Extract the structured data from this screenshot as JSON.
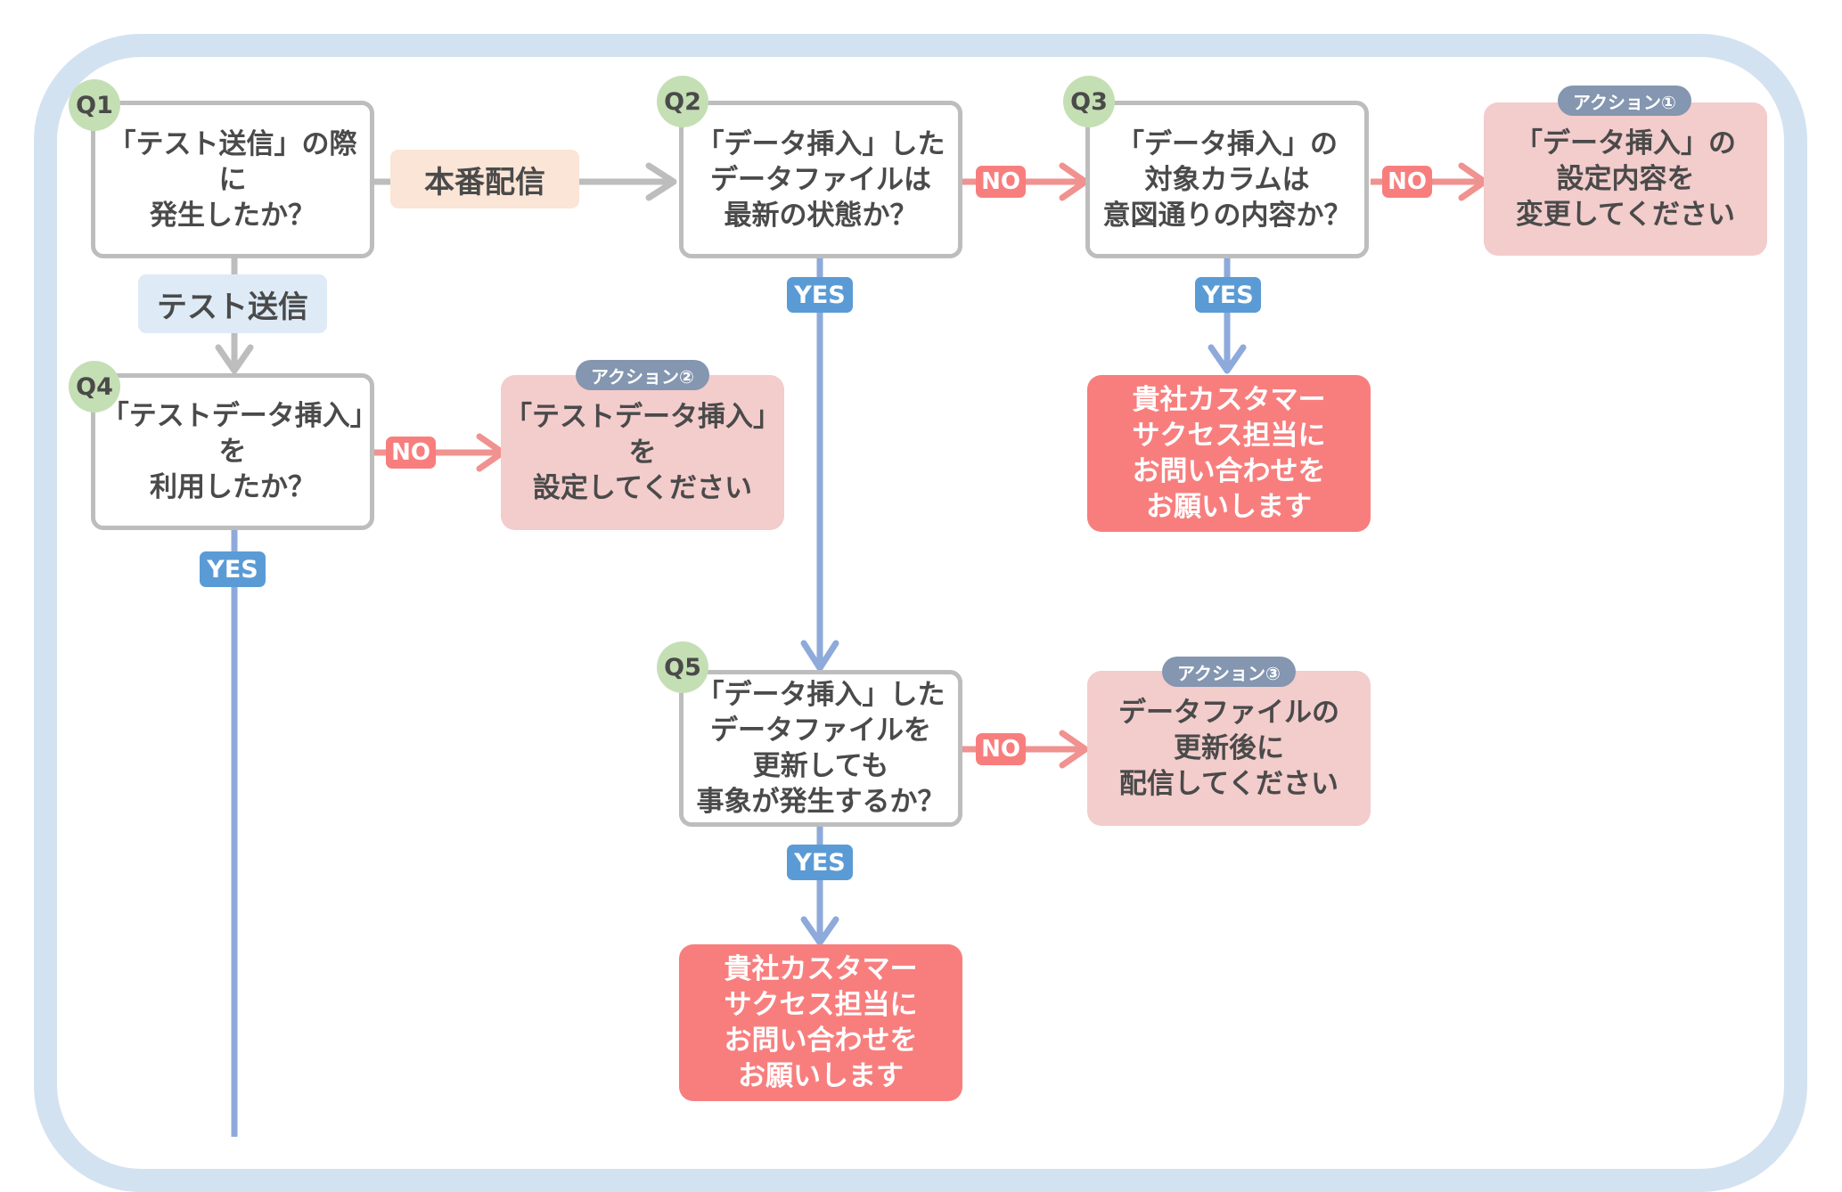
{
  "questions": {
    "q1": {
      "label": "Q1",
      "text": "「テスト送信」の際に\n発生したか？"
    },
    "q2": {
      "label": "Q2",
      "text": "「データ挿入」した\nデータファイルは\n最新の状態か？"
    },
    "q3": {
      "label": "Q3",
      "text": "「データ挿入」の\n対象カラムは\n意図通りの内容か？"
    },
    "q4": {
      "label": "Q4",
      "text": "「テストデータ挿入」を\n利用したか？"
    },
    "q5": {
      "label": "Q5",
      "text": "「データ挿入」した\nデータファイルを\n更新しても\n事象が発生するか？"
    }
  },
  "routes": {
    "production": "本番配信",
    "test": "テスト送信"
  },
  "actions": {
    "action1": {
      "label": "アクション①",
      "text": "「データ挿入」の\n設定内容を\n変更してください"
    },
    "action2": {
      "label": "アクション②",
      "text": "「テストデータ挿入」を\n設定してください"
    },
    "action3": {
      "label": "アクション③",
      "text": "データファイルの\n更新後に\n配信してください"
    }
  },
  "contacts": {
    "contact1": "貴社カスタマー\nサクセス担当に\nお問い合わせを\nお願いします",
    "contact2": "貴社カスタマー\nサクセス担当に\nお問い合わせを\nお願いします"
  },
  "branches": {
    "yes": "YES",
    "no": "NO"
  },
  "colors": {
    "frame": "#d3e2f1",
    "question_border": "#bdbdbd",
    "badge": "#c5dfb4",
    "action": "#f3cccc",
    "contact": "#f87e7e",
    "yes": "#5b9bd5",
    "no": "#f87e7e",
    "gray_arrow": "#bdbdbd",
    "blue_arrow": "#8eaadb",
    "pink_arrow": "#f0928f",
    "production_route": "#fbe5d6",
    "test_route": "#deebf7"
  }
}
